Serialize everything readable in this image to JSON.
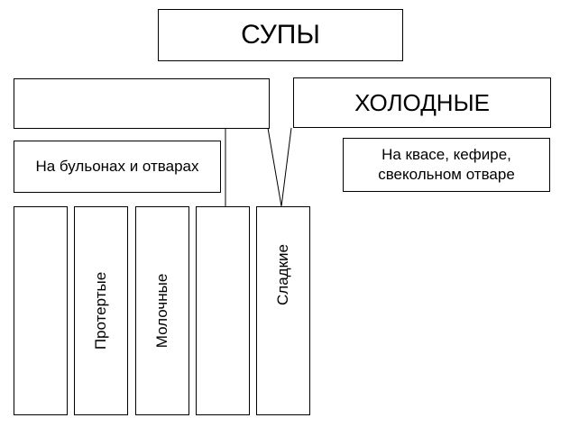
{
  "diagram": {
    "root": "СУПЫ",
    "categories": {
      "hot": "",
      "cold": "ХОЛОДНЫЕ"
    },
    "hot_sub": "На бульонах и отварах",
    "cold_sub": [
      "На квасе, кефире,",
      "свекольном отваре"
    ],
    "hot_columns": [
      "",
      "Протертые",
      "Молочные",
      "",
      "Сладкие"
    ]
  }
}
